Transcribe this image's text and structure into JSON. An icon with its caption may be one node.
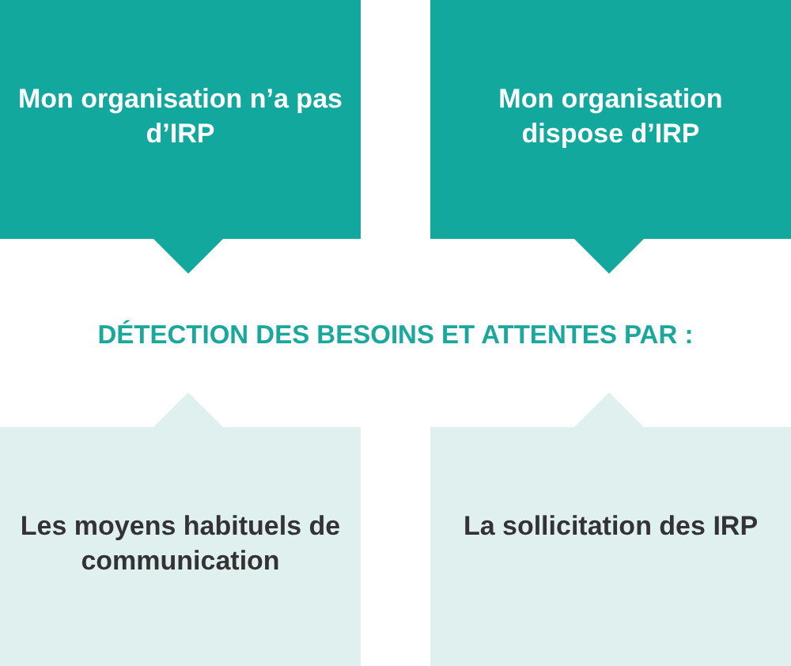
{
  "diagram": {
    "nodes": [
      {
        "text": [
          "Mon organisation n’a pas d’IRP"
        ]
      },
      {
        "text": [
          "Mon organisation dispose d’IRP"
        ]
      },
      {
        "text": [
          "Les moyens habituels de communication"
        ]
      },
      {
        "text": [
          "La sollicitation des IRP"
        ]
      }
    ],
    "labels": [
      "DÉTECTION DES BESOINS ET ATTENTES PAR :"
    ]
  }
}
